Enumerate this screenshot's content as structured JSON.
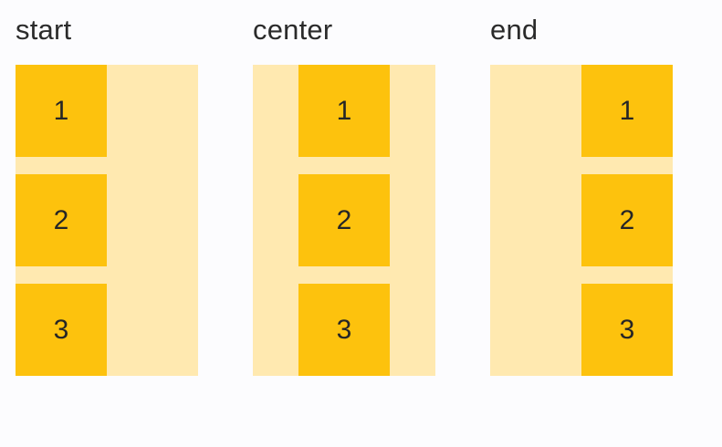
{
  "page": {
    "background": "#fcfcfe"
  },
  "colors": {
    "container_bg": "#ffe9b0",
    "item_bg": "#fdc20d",
    "label_text": "#2b2b2b",
    "number_text": "#262626"
  },
  "examples": [
    {
      "label": "start",
      "alignment": "start",
      "items": [
        "1",
        "2",
        "3"
      ]
    },
    {
      "label": "center",
      "alignment": "center",
      "items": [
        "1",
        "2",
        "3"
      ]
    },
    {
      "label": "end",
      "alignment": "end",
      "items": [
        "1",
        "2",
        "3"
      ]
    }
  ]
}
